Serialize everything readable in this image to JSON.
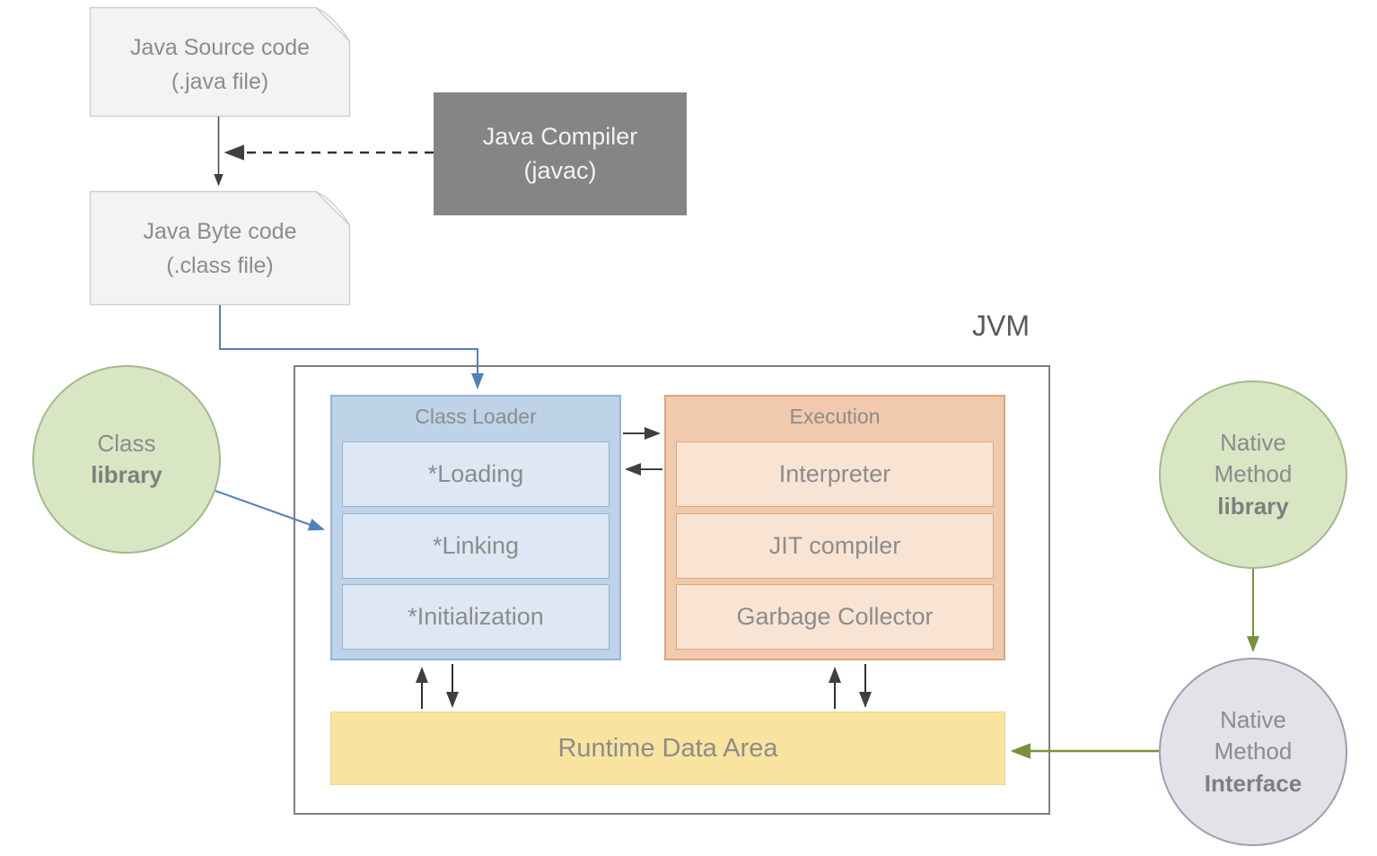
{
  "title": "JVM",
  "nodes": {
    "java_source": {
      "line1": "Java Source code",
      "line2": "(.java file)"
    },
    "java_compiler": {
      "line1": "Java Compiler",
      "line2": "(javac)"
    },
    "java_byte_code": {
      "line1": "Java Byte code",
      "line2": "(.class file)"
    },
    "class_loader": {
      "title": "Class Loader",
      "items": [
        "*Loading",
        "*Linking",
        "*Initialization"
      ]
    },
    "execution": {
      "title": "Execution",
      "items": [
        "Interpreter",
        "JIT compiler",
        "Garbage Collector"
      ]
    },
    "runtime_data_area": {
      "label": "Runtime Data Area"
    },
    "class_library": {
      "line1": "Class",
      "line2": "library"
    },
    "native_method_library": {
      "line1": "Native",
      "line2": "Method",
      "line3": "library"
    },
    "native_method_interface": {
      "line1": "Native",
      "line2": "Method",
      "line3": "Interface"
    }
  },
  "palette": {
    "doc_fill": "#f3f3f3",
    "doc_border": "#cfcfcf",
    "compiler_fill": "#858585",
    "compiler_text": "#f2f2f2",
    "blue_fill": "#bed3e8",
    "blue_light": "#dde8f4",
    "blue_border": "#95b3d7",
    "orange_fill": "#f1caad",
    "orange_light": "#f9e4d4",
    "orange_border": "#e0a577",
    "yellow_fill": "#f9e49f",
    "green_fill": "#d8e6c4",
    "green_border": "#a3b98c",
    "gray_fill": "#e1e3e8",
    "gray_border": "#9aa0ac",
    "jvm_border": "#7f7f7f",
    "arrow_black": "#404040",
    "arrow_blue": "#4f81bd",
    "arrow_green": "#77933c",
    "text_gray": "#8c8c8c"
  }
}
